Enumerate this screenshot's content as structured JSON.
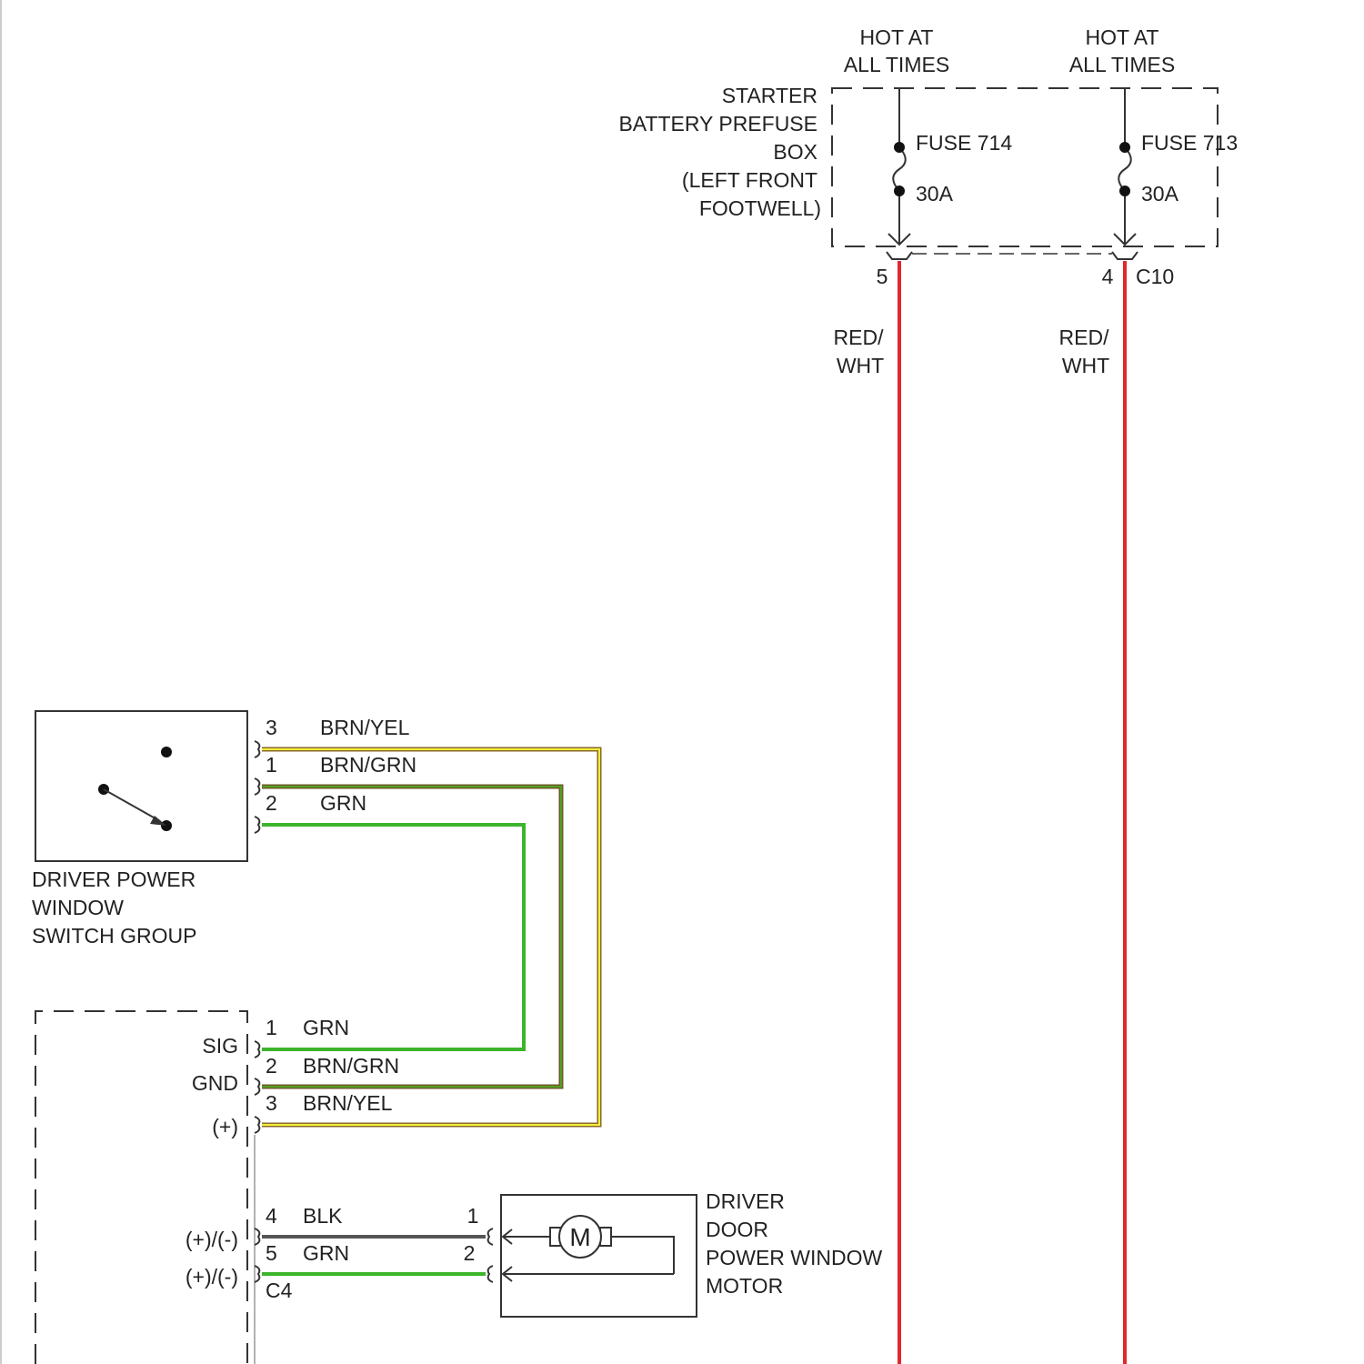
{
  "fuse_box": {
    "name_lines": [
      "STARTER",
      "BATTERY PREFUSE",
      "BOX",
      "(LEFT FRONT",
      "FOOTWELL)"
    ],
    "left_supply": [
      "HOT AT",
      "ALL TIMES"
    ],
    "right_supply": [
      "HOT AT",
      "ALL TIMES"
    ],
    "fuse_left_name": "FUSE 714",
    "fuse_left_rating": "30A",
    "fuse_right_name": "FUSE 713",
    "fuse_right_rating": "30A",
    "pin_left": "5",
    "pin_right": "4",
    "connector": "C10",
    "wire_left_color": [
      "RED/",
      "WHT"
    ],
    "wire_right_color": [
      "RED/",
      "WHT"
    ]
  },
  "switch_group": {
    "name_lines": [
      "DRIVER POWER",
      "WINDOW",
      "SWITCH GROUP"
    ],
    "pins": [
      {
        "pin": "3",
        "wire": "BRN/YEL"
      },
      {
        "pin": "1",
        "wire": "BRN/GRN"
      },
      {
        "pin": "2",
        "wire": "GRN"
      }
    ]
  },
  "control_module": {
    "pins": [
      {
        "pin": "1",
        "wire": "GRN",
        "signal": "SIG"
      },
      {
        "pin": "2",
        "wire": "BRN/GRN",
        "signal": "GND"
      },
      {
        "pin": "3",
        "wire": "BRN/YEL",
        "signal": "(+)"
      },
      {
        "pin": "4",
        "wire": "BLK",
        "signal": "(+)/(-)"
      },
      {
        "pin": "5",
        "wire": "GRN",
        "signal": "(+)/(-)"
      }
    ],
    "connector": "C4"
  },
  "motor": {
    "name_lines": [
      "DRIVER",
      "DOOR",
      "POWER WINDOW",
      "MOTOR"
    ],
    "symbol": "M",
    "pin_a": "1",
    "pin_b": "2"
  },
  "colors": {
    "red_wht": "#e0282e",
    "brn_yel_outer": "#8a6a2a",
    "brn_yel_inner": "#f3ef3a",
    "brn_grn_outer": "#6b5a2a",
    "brn_grn_inner": "#56a020",
    "grn": "#3cb52c",
    "blk": "#555555"
  }
}
